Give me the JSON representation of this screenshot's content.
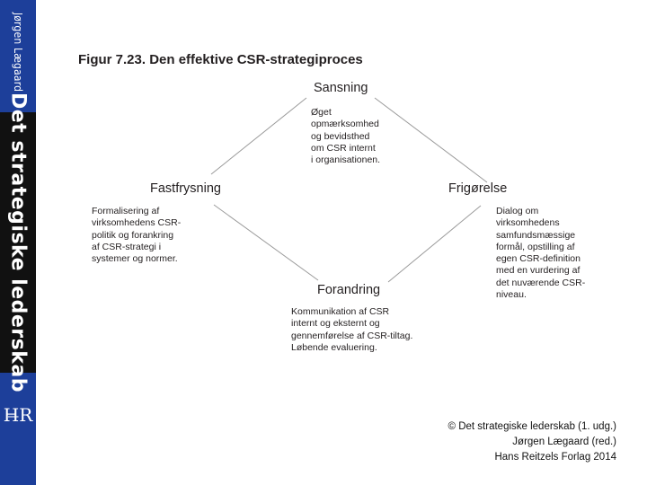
{
  "spine": {
    "author": "Jørgen Lægaard",
    "title": "Det strategiske lederskab",
    "logo": "H̶R"
  },
  "figure": {
    "title": "Figur 7.23. Den effektive CSR-strategiproces",
    "nodes": {
      "top": {
        "label": "Sansning",
        "lines": [
          "Øget",
          "opmærksomhed",
          "og bevidsthed",
          "om CSR internt",
          "i organisationen."
        ]
      },
      "left": {
        "label": "Fastfrysning",
        "lines": [
          "Formalisering af",
          "virksomhedens CSR-",
          "politik og forankring",
          "af CSR-strategi i",
          "systemer og normer."
        ]
      },
      "right": {
        "label": "Frigørelse",
        "lines": [
          "Dialog om",
          "virksomhedens",
          "samfundsmæssige",
          "formål, opstilling af",
          "egen CSR-definition",
          "med en vurdering af",
          "det nuværende CSR-",
          "niveau."
        ]
      },
      "bottom": {
        "label": "Forandring",
        "lines": [
          "Kommunikation af CSR",
          "internt og eksternt og",
          "gennemførelse af CSR-tiltag.",
          "Løbende evaluering."
        ]
      }
    }
  },
  "copyright": {
    "lines": [
      "© Det strategiske lederskab (1. udg.)",
      "Jørgen Lægaard (red.)",
      "Hans Reitzels Forlag 2014"
    ]
  },
  "colors": {
    "spine_blue": "#1d3f9a",
    "spine_black": "#111111",
    "line_gray": "#9a9a9a",
    "text": "#231f20"
  }
}
